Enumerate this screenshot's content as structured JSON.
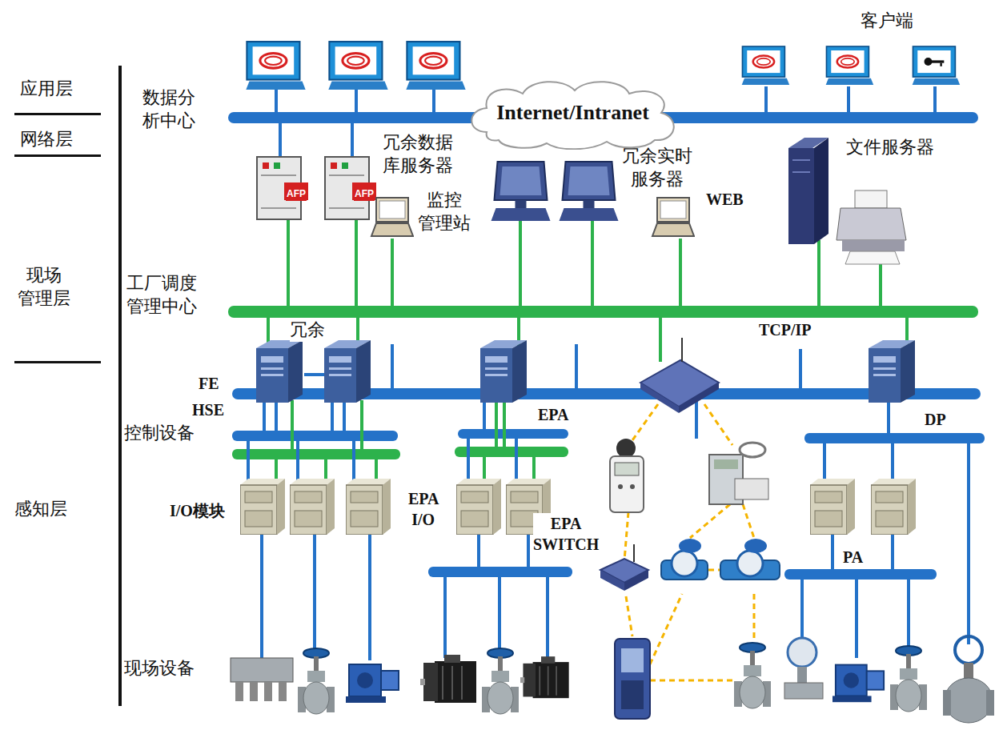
{
  "diagram": {
    "nodes": [
      {
        "text": [
          "Internet/Intranet"
        ]
      }
    ],
    "labels": [
      "客户端",
      "应用层",
      "数据分 析中心",
      "网络层",
      "AFP",
      "AFP",
      "冗余数据 库服务器",
      "冗余实时 服务器",
      "文件服务器",
      "WEB",
      "监控 管理站",
      "现场 管理层",
      "工厂调度 管理中心",
      "冗余",
      "TCP/IP",
      "FE",
      "HSE",
      "EPA",
      "DP",
      "控制设备",
      "感知层",
      "I/O模块",
      "EPA I/O",
      "EPA SWITCH",
      "PA",
      "现场设备"
    ]
  }
}
